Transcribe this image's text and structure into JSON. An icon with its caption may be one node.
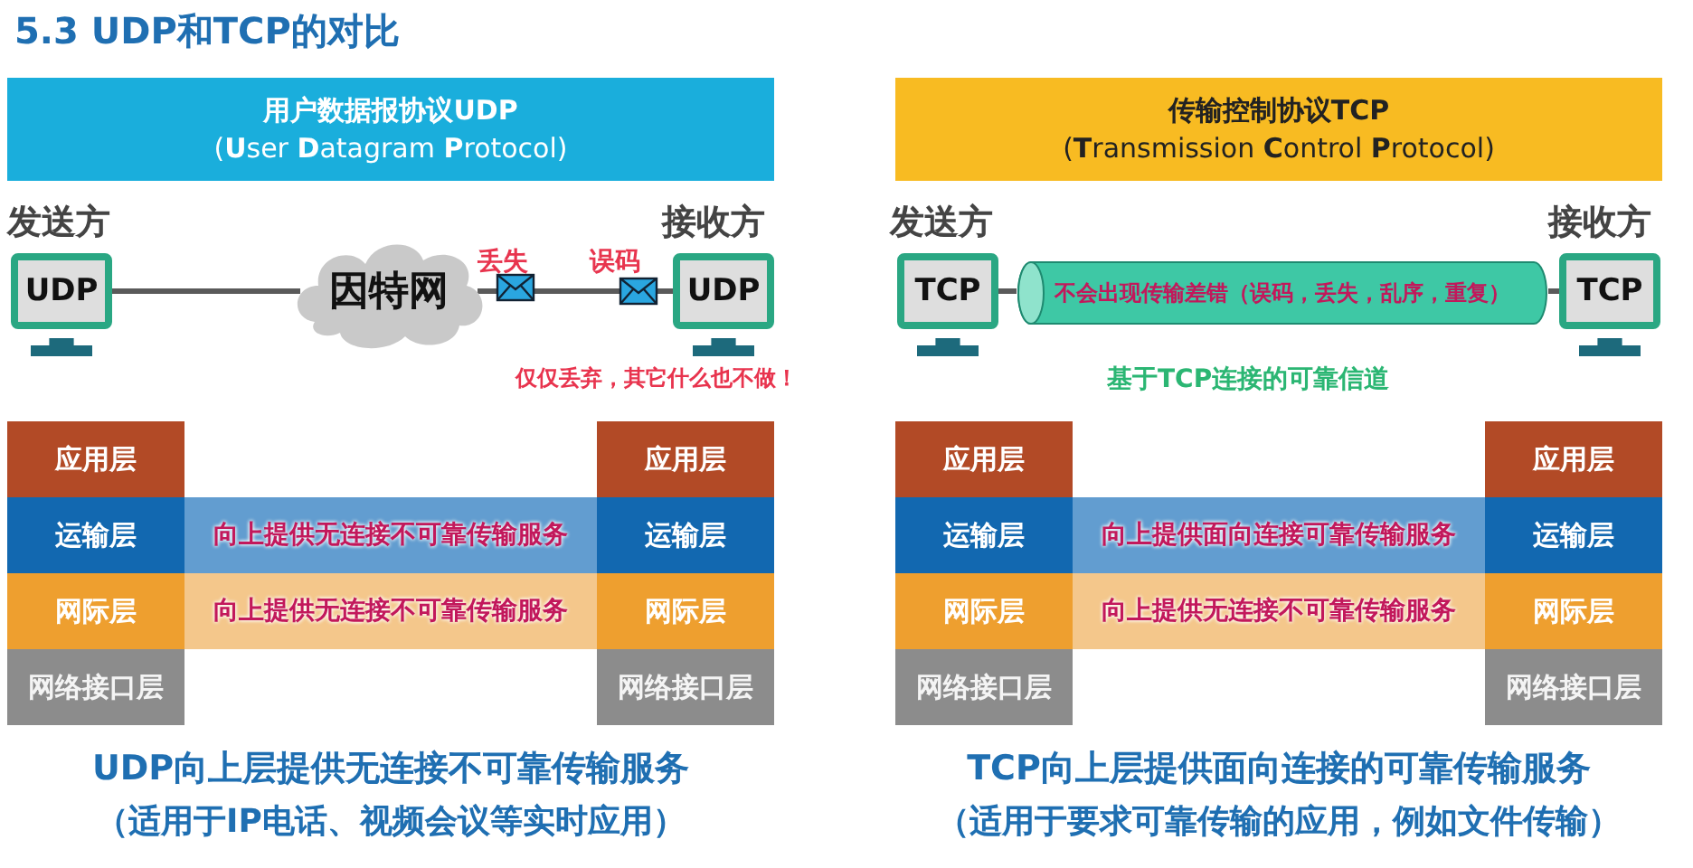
{
  "diagram": {
    "title": "5.3 UDP和TCP的对比",
    "nodes": [
      {
        "text": [
          "用户数据报协议UDP",
          "(**U**ser **D**atagram **P**rotocol)"
        ]
      },
      {
        "text": [
          "传输控制协议TCP",
          "(**T**ransmission **C**ontrol **P**rotocol)"
        ]
      },
      {
        "text": [
          "UDP"
        ],
        "beside": [
          "发送方"
        ]
      },
      {
        "text": [
          "因特网"
        ]
      },
      {
        "text": [
          "UDP"
        ],
        "beside": [
          "接收方"
        ]
      },
      {
        "text": [
          "TCP"
        ],
        "beside": [
          "发送方"
        ]
      },
      {
        "text": [
          "不会出现传输差错（误码，丢失，乱序，重复）"
        ]
      },
      {
        "text": [
          "TCP"
        ],
        "beside": [
          "接收方"
        ]
      },
      {
        "text": [
          "应用层"
        ]
      },
      {
        "text": [
          "应用层"
        ]
      },
      {
        "text": [
          "运输层"
        ]
      },
      {
        "text": [
          "向上提供无连接不可靠传输服务"
        ]
      },
      {
        "text": [
          "运输层"
        ]
      },
      {
        "text": [
          "网际层"
        ]
      },
      {
        "text": [
          "向上提供无连接不可靠传输服务"
        ]
      },
      {
        "text": [
          "网际层"
        ]
      },
      {
        "text": [
          "网络接口层"
        ]
      },
      {
        "text": [
          "网络接口层"
        ]
      },
      {
        "text": [
          "应用层"
        ]
      },
      {
        "text": [
          "应用层"
        ]
      },
      {
        "text": [
          "运输层"
        ]
      },
      {
        "text": [
          "向上提供面向连接可靠传输服务"
        ]
      },
      {
        "text": [
          "运输层"
        ]
      },
      {
        "text": [
          "网际层"
        ]
      },
      {
        "text": [
          "向上提供无连接不可靠传输服务"
        ]
      },
      {
        "text": [
          "网际层"
        ]
      },
      {
        "text": [
          "网络接口层"
        ]
      },
      {
        "text": [
          "网络接口层"
        ]
      }
    ],
    "edges": [
      {
        "from": 2,
        "to": 3,
        "arrow": "none"
      },
      {
        "from": 3,
        "to": 4,
        "arrow": "none"
      },
      {
        "from": 5,
        "to": 6,
        "arrow": "none"
      },
      {
        "from": 6,
        "to": 7,
        "arrow": "none"
      }
    ],
    "labels": [
      "丢失",
      "误码",
      "仅仅丢弃，其它什么也不做！",
      "基于TCP连接的可靠信道",
      "UDP向上层提供无连接不可靠传输服务",
      "（适用于IP电话、视频会议等实时应用）",
      "TCP向上层提供面向连接的可靠传输服务",
      "（适用于要求可靠传输的应用，例如文件传输）"
    ]
  }
}
